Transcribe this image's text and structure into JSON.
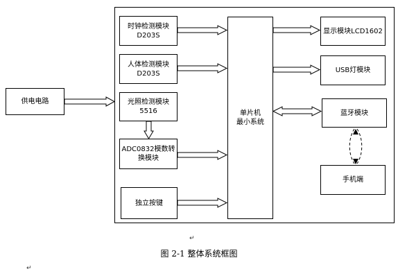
{
  "diagram": {
    "blocks": {
      "power": "供电电路",
      "clock": "时钟检测模块\nD203S",
      "human": "人体检测模块\nD203S",
      "light": "光照检测模块\n5516",
      "adc": "ADC0832模数转\n换模块",
      "key": "独立按键",
      "mcu": "单片机\n最小系统",
      "display": "显示模块LCD1602",
      "usb": "USB灯模块",
      "bt": "蓝牙模块",
      "phone": "手机端"
    }
  },
  "caption": {
    "text": "图 2-1 整体系统框图"
  },
  "marks": {
    "para": "↵",
    "para_small": "↵"
  },
  "colors": {
    "line": "#000000",
    "background": "#ffffff"
  }
}
